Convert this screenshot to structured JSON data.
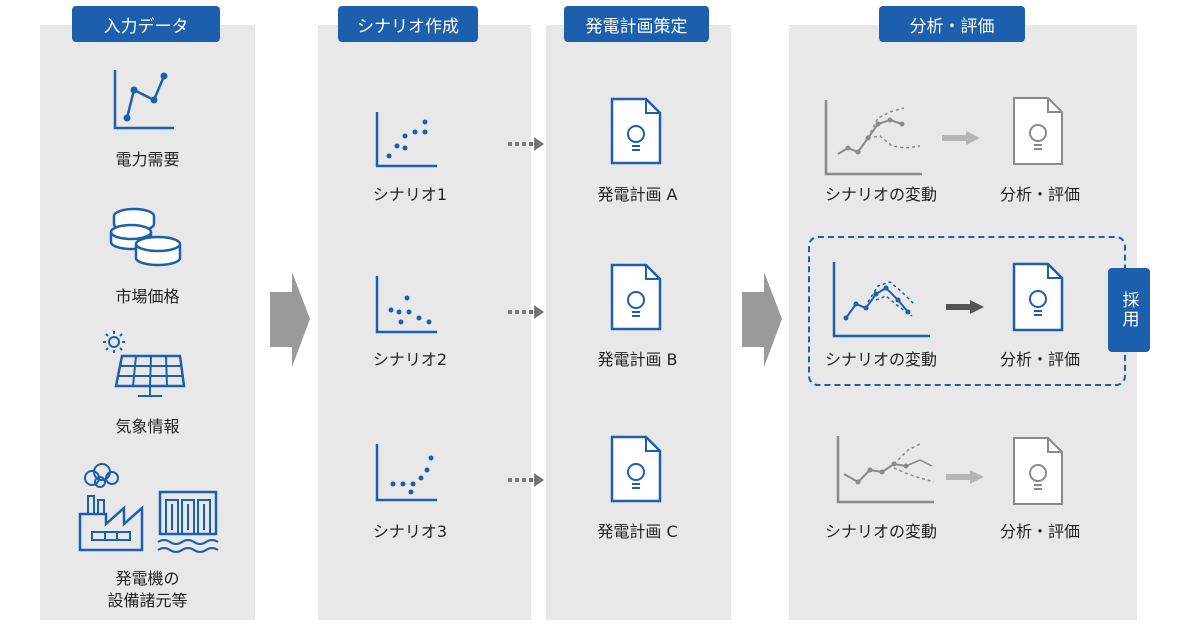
{
  "columns": {
    "input": {
      "header": "入力データ",
      "items": [
        "電力需要",
        "市場価格",
        "気象情報"
      ],
      "last_item_line1": "発電機の",
      "last_item_line2": "設備諸元等"
    },
    "scenario": {
      "header": "シナリオ作成",
      "items": [
        "シナリオ1",
        "シナリオ2",
        "シナリオ3"
      ]
    },
    "plan": {
      "header": "発電計画策定",
      "items": [
        "発電計画 A",
        "発電計画 B",
        "発電計画 C"
      ]
    },
    "analysis": {
      "header": "分析・評価",
      "rows": [
        {
          "left": "シナリオの変動",
          "right": "分析・評価"
        },
        {
          "left": "シナリオの変動",
          "right": "分析・評価"
        },
        {
          "left": "シナリオの変動",
          "right": "分析・評価"
        }
      ],
      "adopted_label": "採用"
    }
  },
  "colors": {
    "accent": "#1c5fad",
    "panel": "#e8e8e8",
    "gray_icon": "#8a8a8a",
    "arrow_gray": "#9a9a9a"
  }
}
